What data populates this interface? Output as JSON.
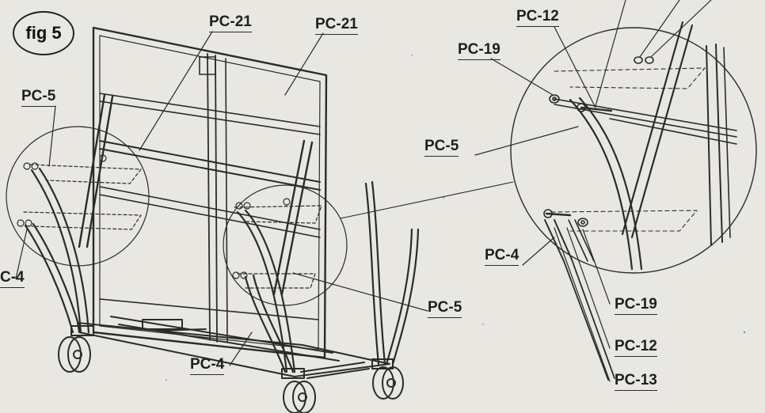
{
  "figure": {
    "badge": "fig 5"
  },
  "labels": {
    "pc21_left": "PC-21",
    "pc21_right": "PC-21",
    "pc5_topleft": "PC-5",
    "pc4_left": "C-4",
    "pc4_bottom": "PC-4",
    "pc5_middle": "PC-5",
    "pc12_top": "PC-12",
    "pc19_top": "PC-19",
    "pc5_detail": "PC-5",
    "pc4_detail": "PC-4",
    "pc19_bottom": "PC-19",
    "pc12_bottom": "PC-12",
    "pc13": "PC-13"
  },
  "colors": {
    "line": "#2b2b2b",
    "paper": "#e9e7e2"
  }
}
